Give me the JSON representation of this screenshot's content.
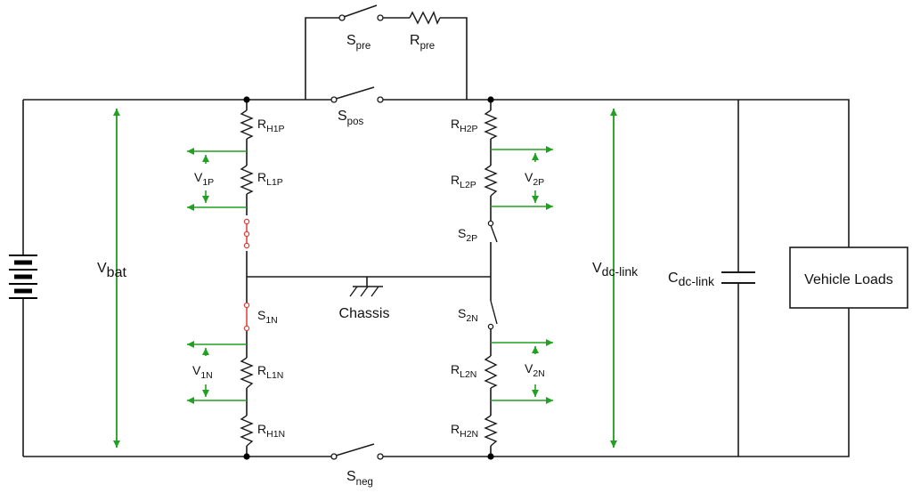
{
  "colors": {
    "wire": "#1a1a1a",
    "measurement": "#21a121",
    "faulted_switch": "#e53935"
  },
  "labels": {
    "s_pre": {
      "main": "S",
      "sub": "pre"
    },
    "r_pre": {
      "main": "R",
      "sub": "pre"
    },
    "s_pos": {
      "main": "S",
      "sub": "pos"
    },
    "s_neg": {
      "main": "S",
      "sub": "neg"
    },
    "r_h1p": {
      "main": "R",
      "sub": "H1P"
    },
    "r_l1p": {
      "main": "R",
      "sub": "L1P"
    },
    "v_1p": {
      "main": "V",
      "sub": "1P"
    },
    "s_1n": {
      "main": "S",
      "sub": "1N"
    },
    "r_l1n": {
      "main": "R",
      "sub": "L1N"
    },
    "v_1n": {
      "main": "V",
      "sub": "1N"
    },
    "r_h1n": {
      "main": "R",
      "sub": "H1N"
    },
    "r_h2p": {
      "main": "R",
      "sub": "H2P"
    },
    "r_l2p": {
      "main": "R",
      "sub": "L2P"
    },
    "v_2p": {
      "main": "V",
      "sub": "2P"
    },
    "s_2p": {
      "main": "S",
      "sub": "2P"
    },
    "s_2n": {
      "main": "S",
      "sub": "2N"
    },
    "r_l2n": {
      "main": "R",
      "sub": "L2N"
    },
    "v_2n": {
      "main": "V",
      "sub": "2N"
    },
    "r_h2n": {
      "main": "R",
      "sub": "H2N"
    },
    "v_bat": {
      "main": "V",
      "sub": "bat"
    },
    "v_dc_link": {
      "main": "V",
      "sub": "dc-link"
    },
    "c_dc_link": {
      "main": "C",
      "sub": "dc-link"
    },
    "chassis": "Chassis",
    "vehicle_loads": "Vehicle Loads"
  }
}
